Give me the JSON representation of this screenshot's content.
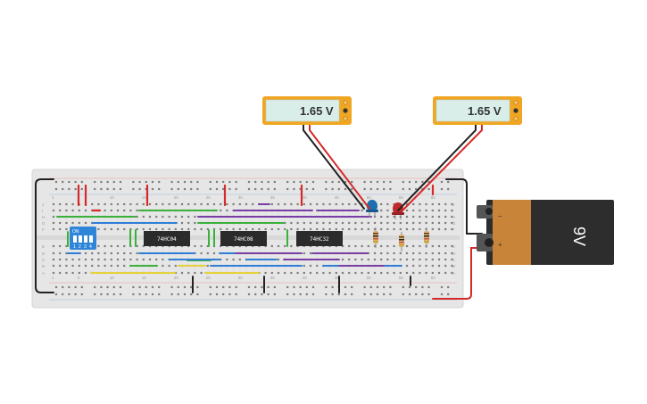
{
  "meters": [
    {
      "reading": "1.65 V"
    },
    {
      "reading": "1.65 V"
    }
  ],
  "chips": [
    {
      "label": "74HC04"
    },
    {
      "label": "74HC08"
    },
    {
      "label": "74HC32"
    }
  ],
  "battery": {
    "label": "9V",
    "minus": "−",
    "plus": "+"
  },
  "dip_switch": {
    "label": "ON",
    "nums": [
      "1",
      "2",
      "3",
      "4"
    ]
  },
  "breadboard": {
    "column_numbers": [
      "1",
      "5",
      "10",
      "15",
      "20",
      "25",
      "30",
      "35",
      "40",
      "45",
      "50",
      "55",
      "60"
    ],
    "row_letters_top": [
      "J",
      "I",
      "H",
      "G",
      "F"
    ],
    "row_letters_bottom": [
      "E",
      "D",
      "C",
      "B",
      "A"
    ]
  },
  "leds": [
    {
      "color": "blue",
      "hex": "#1e6fb0"
    },
    {
      "color": "red",
      "hex": "#c0282a"
    }
  ],
  "wire_colors": {
    "red": "#d62a2a",
    "green": "#3bb03b",
    "blue": "#2f7fd8",
    "purple": "#7a3fa6",
    "yellow": "#e3d23a",
    "black": "#222222"
  }
}
